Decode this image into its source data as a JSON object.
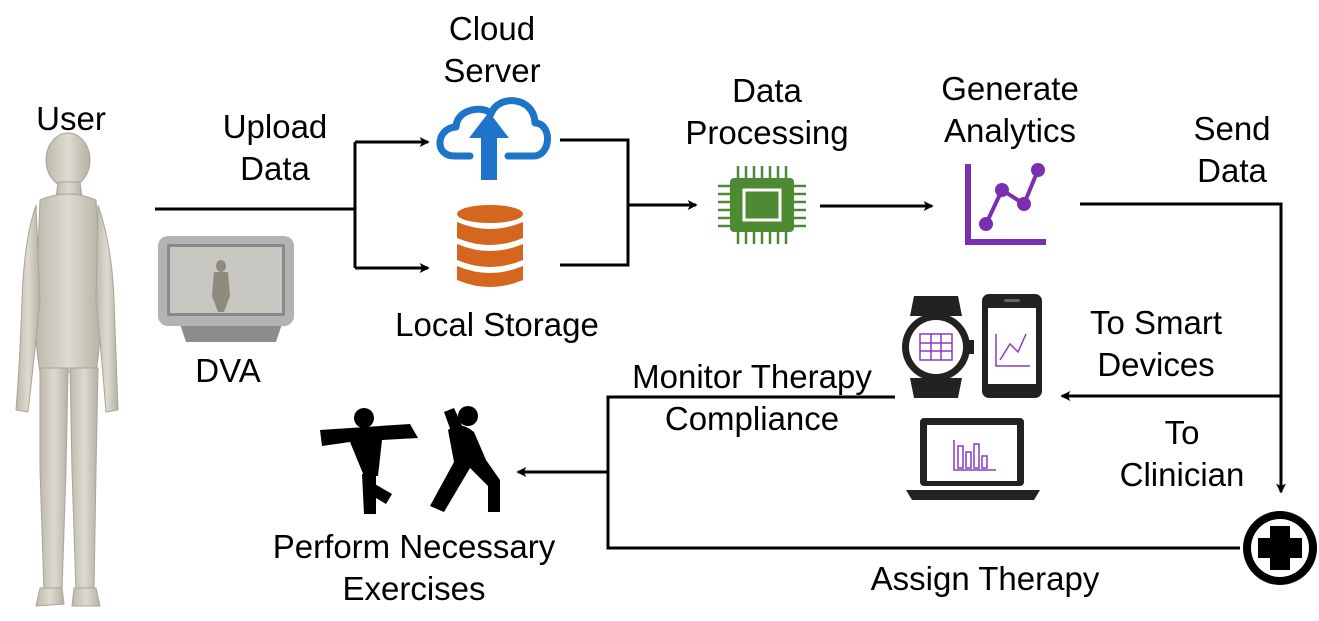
{
  "labels": {
    "user": "User",
    "upload_data": [
      "Upload",
      "Data"
    ],
    "cloud_server": [
      "Cloud",
      "Server"
    ],
    "local_storage": "Local Storage",
    "dva": "DVA",
    "data_processing": [
      "Data",
      "Processing"
    ],
    "generate_analytics": [
      "Generate",
      "Analytics"
    ],
    "send_data": [
      "Send",
      "Data"
    ],
    "to_smart_devices": [
      "To Smart",
      "Devices"
    ],
    "to_clinician": [
      "To",
      "Clinician"
    ],
    "monitor_therapy_compliance": [
      "Monitor Therapy",
      "Compliance"
    ],
    "perform_exercises": [
      "Perform Necessary",
      "Exercises"
    ],
    "assign_therapy": "Assign Therapy"
  },
  "icons": {
    "user": "human-figure-icon",
    "dva": "smart-display-icon",
    "cloud": "cloud-upload-icon",
    "storage": "database-icon",
    "processor": "cpu-chip-icon",
    "analytics": "line-chart-icon",
    "watch": "smartwatch-icon",
    "phone": "smartphone-icon",
    "laptop": "laptop-icon",
    "exercise": "exercise-figures-icon",
    "clinician": "medical-plus-icon"
  },
  "colors": {
    "cloud": "#1e74c8",
    "storage": "#d4661e",
    "processor": "#4e8a34",
    "analytics": "#7a2fb0",
    "device_accent": "#8a3cc4",
    "body": "#cfcbbf"
  }
}
